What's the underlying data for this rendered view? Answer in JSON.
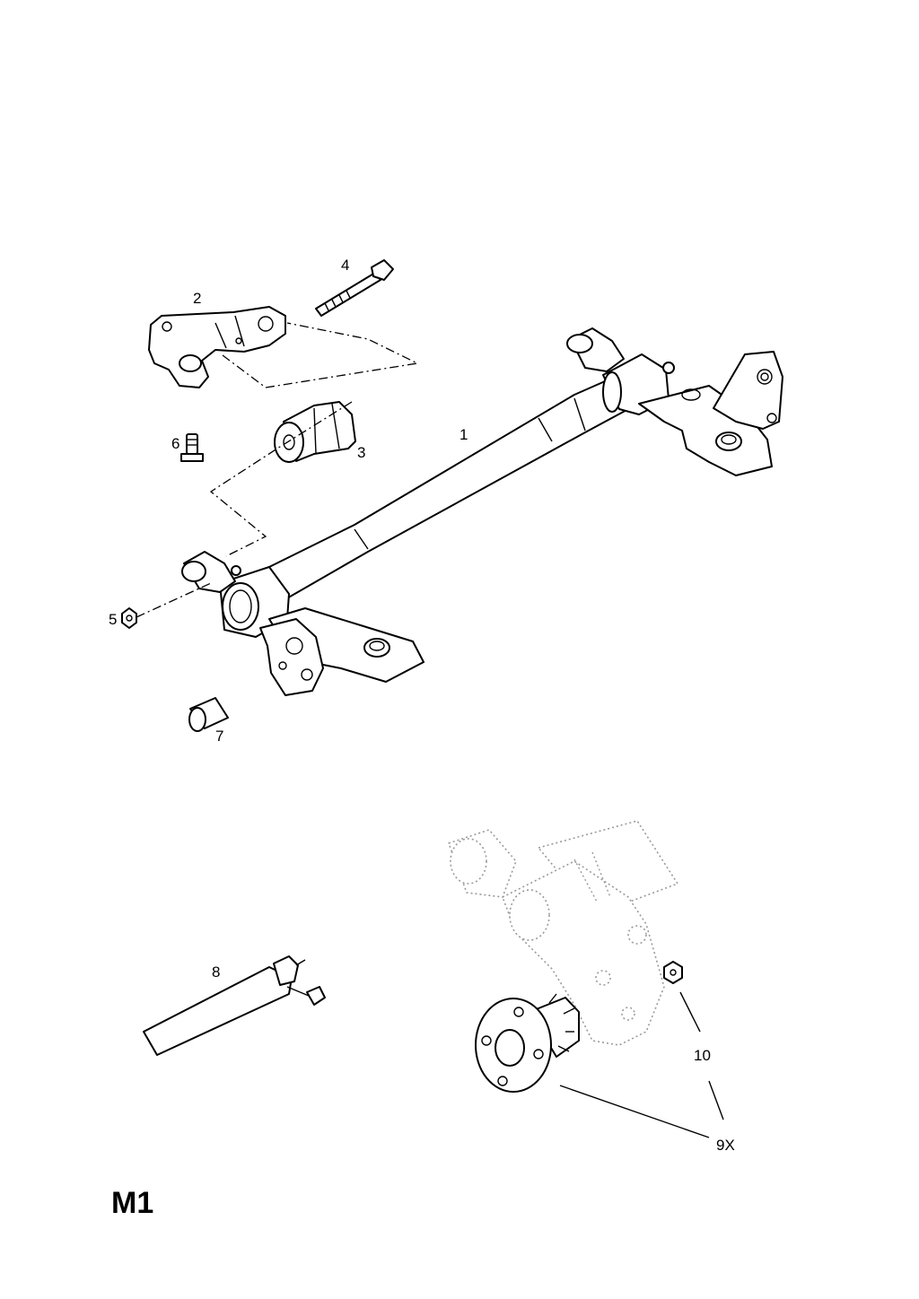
{
  "callouts": {
    "c1": "1",
    "c2": "2",
    "c3": "3",
    "c4": "4",
    "c5": "5",
    "c6": "6",
    "c7": "7",
    "c8": "8",
    "c9x": "9X",
    "c10": "10"
  },
  "sheet_code": "M1"
}
